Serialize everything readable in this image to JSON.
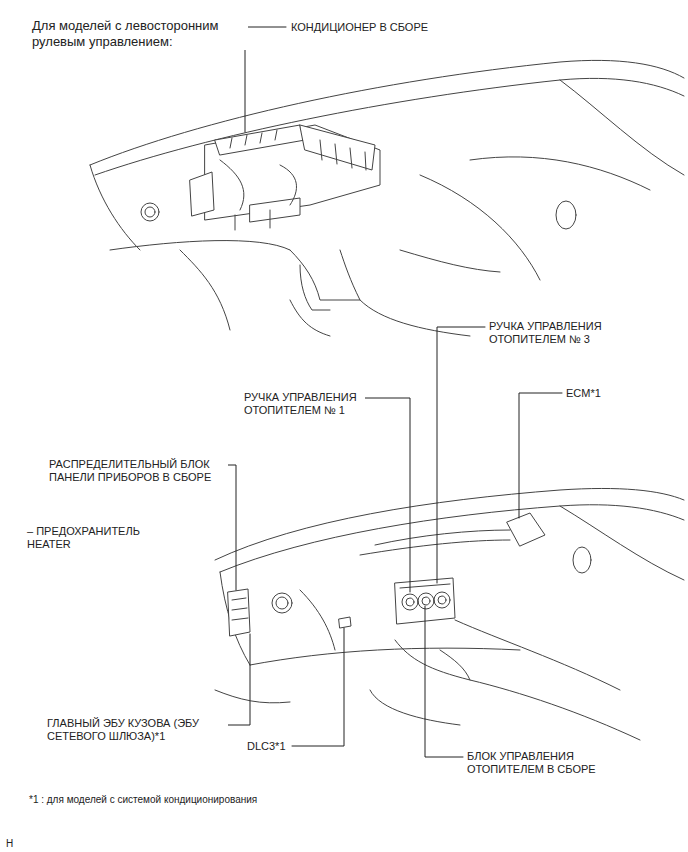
{
  "diagram": {
    "labels": [
      "Для моделей с левосторонним рулевым управлением:",
      "КОНДИЦИОНЕР В СБОРЕ",
      "РУЧКА УПРАВЛЕНИЯ ОТОПИТЕЛЕМ № 3",
      "ECM*1",
      "РУЧКА УПРАВЛЕНИЯ ОТОПИТЕЛЕМ № 1",
      "РАСПРЕДЕЛИТЕЛЬНЫЙ БЛОК ПАНЕЛИ ПРИБОРОВ В СБОРЕ",
      "– ПРЕДОХРАНИТЕЛЬ HEATER",
      "ГЛАВНЫЙ ЭБУ КУЗОВА (ЭБУ СЕТЕВОГО ШЛЮЗА)*1",
      "DLC3*1",
      "БЛОК УПРАВЛЕНИЯ ОТОПИТЕЛЕМ В СБОРЕ",
      "*1 : для моделей с системой кондиционирования",
      "H"
    ]
  }
}
